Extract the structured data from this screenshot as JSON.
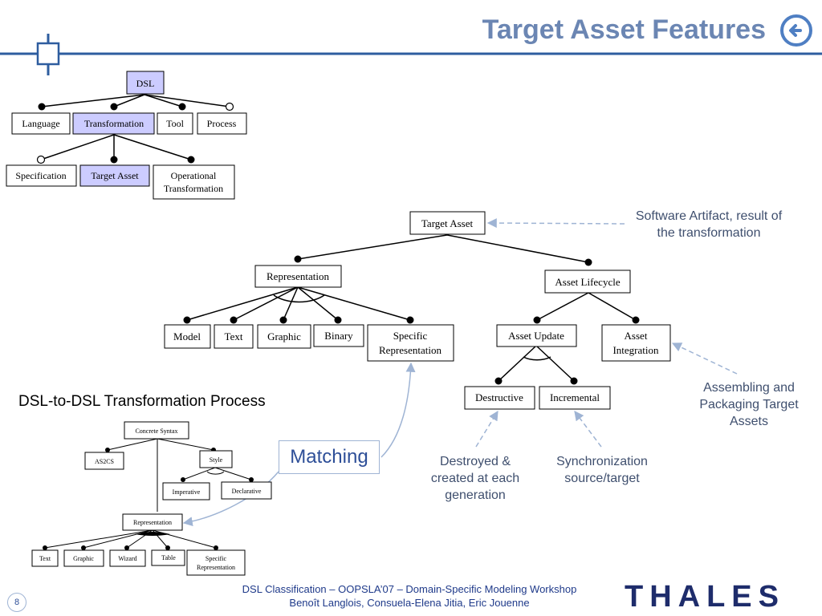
{
  "slide": {
    "title": "Target Asset Features",
    "page_number": "8"
  },
  "top_tree": {
    "root": "DSL",
    "level1": [
      "Language",
      "Transformation",
      "Tool",
      "Process"
    ],
    "level2": [
      "Specification",
      "Target Asset",
      "Operational Transformation"
    ]
  },
  "main_tree": {
    "root": "Target Asset",
    "representation": "Representation",
    "asset_lifecycle": "Asset Lifecycle",
    "rep_children": [
      "Model",
      "Text",
      "Graphic",
      "Binary",
      "Specific Representation"
    ],
    "asset_update": "Asset Update",
    "asset_integration": "Asset Integration",
    "update_children": [
      "Destructive",
      "Incremental"
    ]
  },
  "annotations": {
    "software_artifact": "Software Artifact, result of the transformation",
    "assembling": "Assembling and Packaging Target Assets",
    "destroyed": "Destroyed & created at each generation",
    "synchronization": "Synchronization source/target",
    "matching": "Matching"
  },
  "process_tree": {
    "title": "DSL-to-DSL Transformation Process",
    "concrete_syntax": "Concrete Syntax",
    "as2cs": "AS2CS",
    "style": "Style",
    "imperative": "Imperative",
    "declarative": "Declarative",
    "representation": "Representation",
    "rep_children": [
      "Text",
      "Graphic",
      "Wizard",
      "Table",
      "Specific Representation"
    ]
  },
  "footer": {
    "line1": "DSL Classification – OOPSLA’07 – Domain-Specific Modeling Workshop",
    "line2": "Benoît Langlois, Consuela-Elena Jitia, Eric Jouenne",
    "logo": "THALES"
  },
  "colors": {
    "title": "#6b86b3",
    "highlight_box": "#ccccff",
    "rule": "#2e5d9f",
    "annotation_text": "#3f4f6e",
    "arrow": "#9fb4d4"
  }
}
